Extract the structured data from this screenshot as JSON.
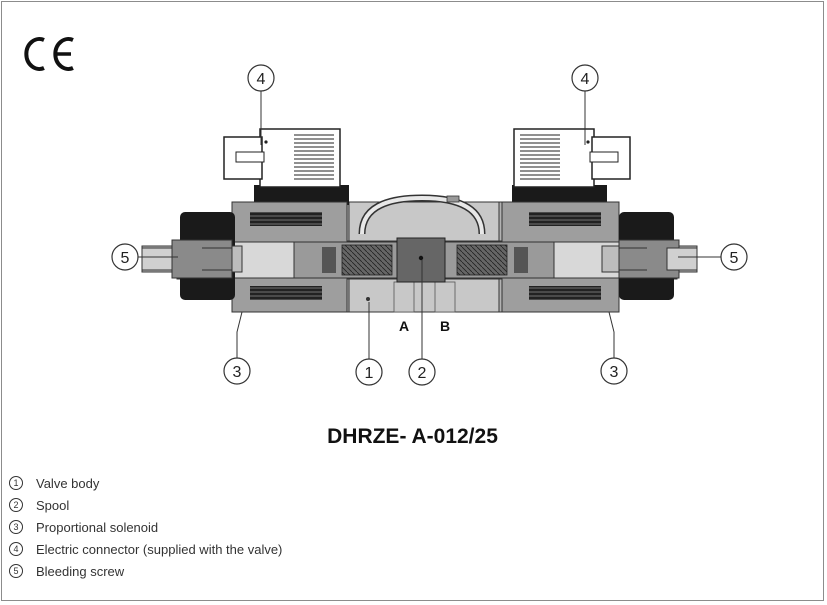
{
  "certification_mark": "CE",
  "callouts": {
    "c1": "1",
    "c2": "2",
    "c3": "3",
    "c4": "4",
    "c5": "5"
  },
  "port_labels": {
    "a": "A",
    "b": "B"
  },
  "model_title": "DHRZE- A-012/25",
  "legend": [
    {
      "number": "1",
      "label": "Valve body"
    },
    {
      "number": "2",
      "label": "Spool"
    },
    {
      "number": "3",
      "label": "Proportional solenoid"
    },
    {
      "number": "4",
      "label": "Electric connector (supplied with the valve)"
    },
    {
      "number": "5",
      "label": "Bleeding screw"
    }
  ]
}
